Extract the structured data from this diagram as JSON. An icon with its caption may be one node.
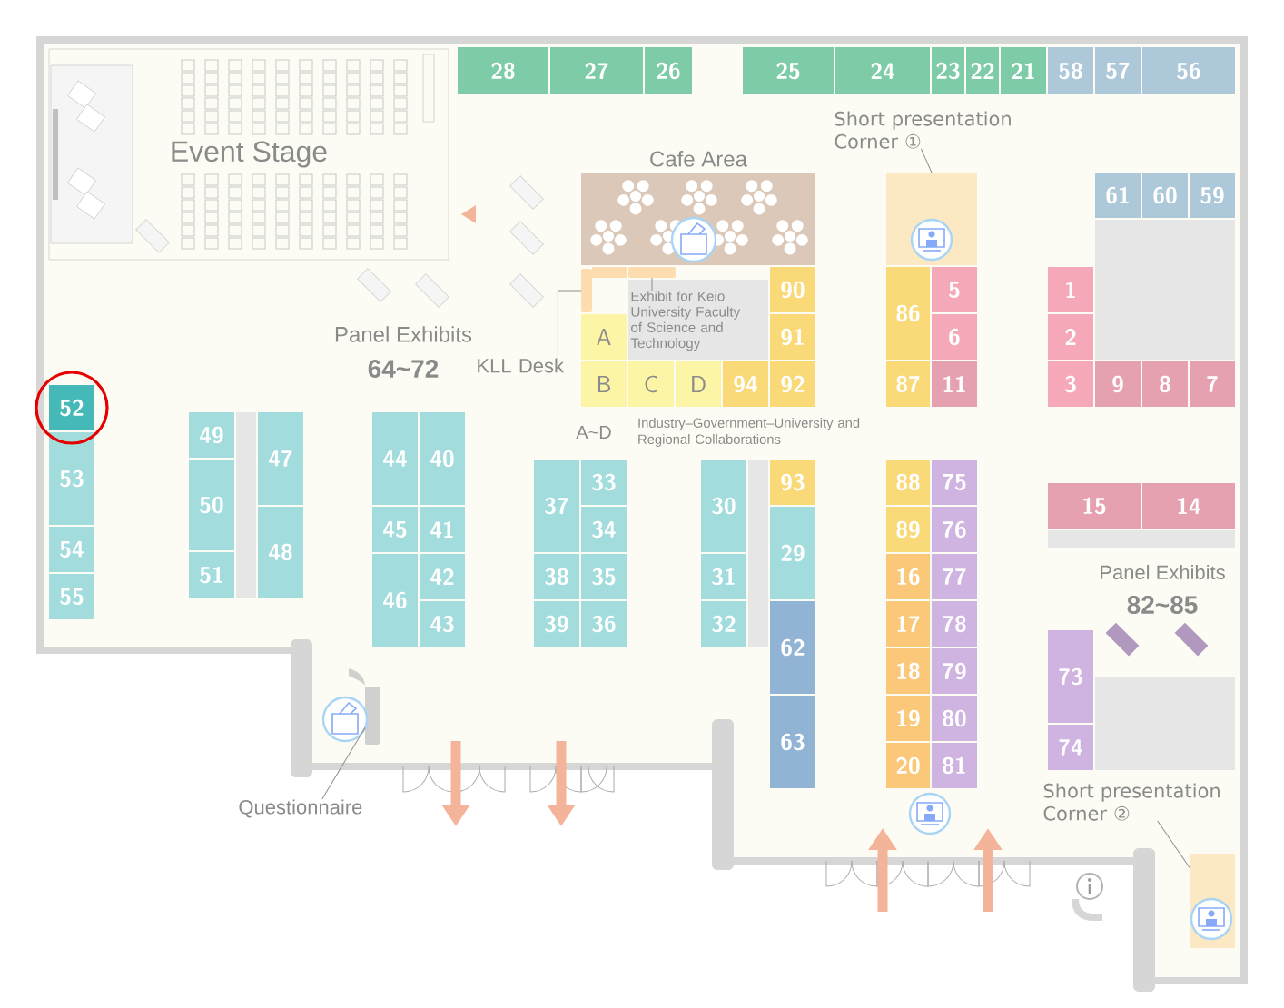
{
  "diagram": {
    "nodes": [
      {
        "text": [
          "Event Stage"
        ]
      },
      {
        "text": [
          "28"
        ]
      },
      {
        "text": [
          "27"
        ]
      },
      {
        "text": [
          "26"
        ]
      },
      {
        "text": [
          "25"
        ]
      },
      {
        "text": [
          "24"
        ]
      },
      {
        "text": [
          "23"
        ]
      },
      {
        "text": [
          "22"
        ]
      },
      {
        "text": [
          "21"
        ]
      },
      {
        "text": [
          "58"
        ]
      },
      {
        "text": [
          "57"
        ]
      },
      {
        "text": [
          "56"
        ]
      },
      {
        "text": [
          "Cafe Area"
        ]
      },
      {
        "text": [
          "Short presentation Corner ①"
        ]
      },
      {
        "text": [],
        "shape": "box"
      },
      {
        "text": [
          "61"
        ]
      },
      {
        "text": [
          "60"
        ]
      },
      {
        "text": [
          "59"
        ]
      },
      {
        "text": [
          "KLL Desk"
        ]
      },
      {
        "text": [],
        "shape": "bar"
      },
      {
        "text": [
          "Exhibit for Keio University Faculty of Science and Technology"
        ]
      },
      {
        "text": [],
        "shape": "bar"
      },
      {
        "text": [
          "90"
        ]
      },
      {
        "text": [
          "91"
        ]
      },
      {
        "text": [
          "86"
        ]
      },
      {
        "text": [
          "5"
        ]
      },
      {
        "text": [
          "6"
        ]
      },
      {
        "text": [
          "1"
        ]
      },
      {
        "text": [
          "2"
        ]
      },
      {
        "text": [
          "A"
        ]
      },
      {
        "text": [
          "B"
        ]
      },
      {
        "text": [
          "C"
        ]
      },
      {
        "text": [
          "D"
        ]
      },
      {
        "text": [
          "94"
        ]
      },
      {
        "text": [
          "92"
        ]
      },
      {
        "text": [
          "87"
        ]
      },
      {
        "text": [
          "11"
        ]
      },
      {
        "text": [
          "3"
        ]
      },
      {
        "text": [
          "9"
        ]
      },
      {
        "text": [
          "8"
        ]
      },
      {
        "text": [
          "7"
        ]
      },
      {
        "text": [
          "52"
        ]
      },
      {
        "text": [
          "53"
        ]
      },
      {
        "text": [
          "54"
        ]
      },
      {
        "text": [
          "55"
        ]
      },
      {
        "text": [
          "49"
        ]
      },
      {
        "text": [
          "50"
        ]
      },
      {
        "text": [
          "51"
        ]
      },
      {
        "text": [
          "47"
        ]
      },
      {
        "text": [
          "48"
        ]
      },
      {
        "text": [
          "44"
        ]
      },
      {
        "text": [
          "40"
        ]
      },
      {
        "text": [
          "45"
        ]
      },
      {
        "text": [
          "41"
        ]
      },
      {
        "text": [
          "46"
        ]
      },
      {
        "text": [
          "42"
        ]
      },
      {
        "text": [
          "43"
        ]
      },
      {
        "text": [
          "37"
        ]
      },
      {
        "text": [
          "33"
        ]
      },
      {
        "text": [
          "34"
        ]
      },
      {
        "text": [
          "38"
        ]
      },
      {
        "text": [
          "35"
        ]
      },
      {
        "text": [
          "39"
        ]
      },
      {
        "text": [
          "36"
        ]
      },
      {
        "text": [
          "30"
        ]
      },
      {
        "text": [
          "31"
        ]
      },
      {
        "text": [
          "32"
        ]
      },
      {
        "text": [
          "93"
        ]
      },
      {
        "text": [
          "29"
        ]
      },
      {
        "text": [
          "62"
        ]
      },
      {
        "text": [
          "63"
        ]
      },
      {
        "text": [
          "88"
        ]
      },
      {
        "text": [
          "75"
        ]
      },
      {
        "text": [
          "89"
        ]
      },
      {
        "text": [
          "76"
        ]
      },
      {
        "text": [
          "16"
        ]
      },
      {
        "text": [
          "77"
        ]
      },
      {
        "text": [
          "17"
        ]
      },
      {
        "text": [
          "78"
        ]
      },
      {
        "text": [
          "18"
        ]
      },
      {
        "text": [
          "79"
        ]
      },
      {
        "text": [
          "19"
        ]
      },
      {
        "text": [
          "80"
        ]
      },
      {
        "text": [
          "20"
        ]
      },
      {
        "text": [
          "81"
        ]
      },
      {
        "text": [
          "15"
        ]
      },
      {
        "text": [
          "14"
        ]
      },
      {
        "text": [
          "73"
        ]
      },
      {
        "text": [
          "74"
        ]
      },
      {
        "text": [
          "Questionnaire"
        ]
      },
      {
        "text": [],
        "shape": "bar"
      },
      {
        "text": [
          "Short presentation Corner ②"
        ]
      },
      {
        "text": [],
        "shape": "box"
      },
      {
        "text": [],
        "shape": "box"
      },
      {
        "text": [],
        "shape": "box"
      }
    ],
    "edges": [
      {
        "from": 13,
        "to": 14,
        "arrow": "none"
      },
      {
        "from": 18,
        "to": 19,
        "arrow": "none"
      },
      {
        "from": 20,
        "to": 21,
        "arrow": "none"
      },
      {
        "from": 89,
        "to": 90,
        "arrow": "none"
      },
      {
        "from": 91,
        "to": 92,
        "arrow": "none"
      }
    ],
    "labels": [
      "Panel Exhibits",
      "64~72",
      "A~D",
      "Industry–Government–University and Regional Collaborations",
      "Panel Exhibits",
      "82~85"
    ]
  }
}
